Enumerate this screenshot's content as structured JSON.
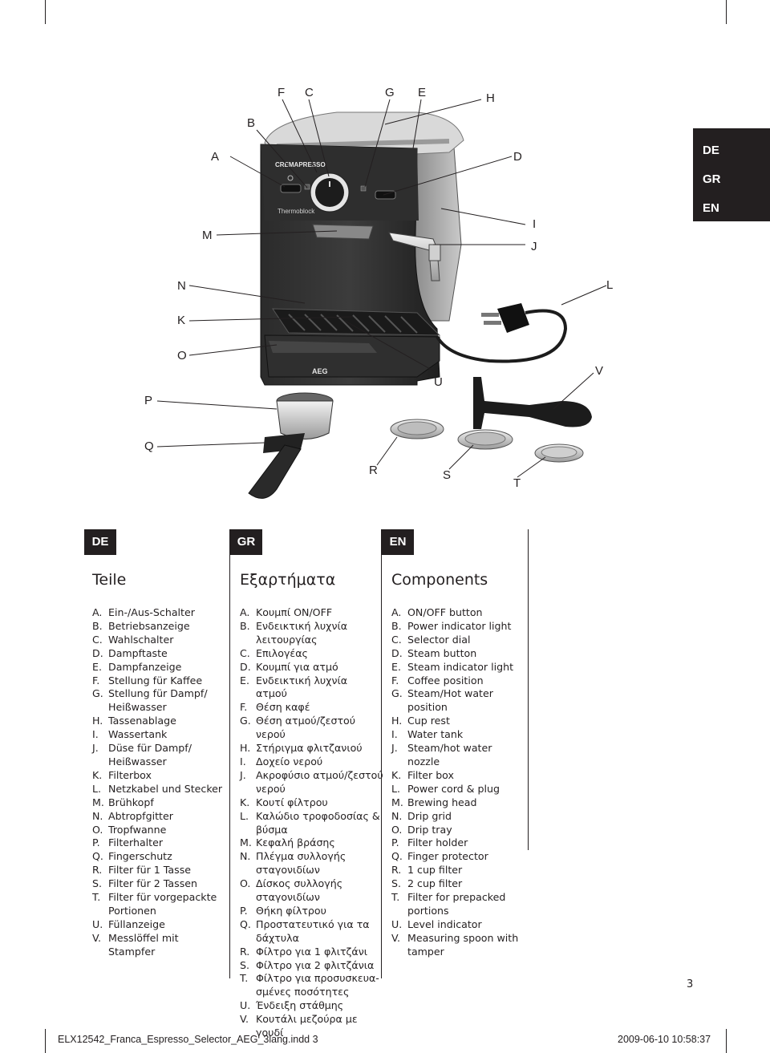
{
  "callouts": {
    "A": "A",
    "B": "B",
    "C": "C",
    "D": "D",
    "E": "E",
    "F": "F",
    "G": "G",
    "H": "H",
    "I": "I",
    "J": "J",
    "K": "K",
    "L": "L",
    "M": "M",
    "N": "N",
    "O": "O",
    "P": "P",
    "Q": "Q",
    "R": "R",
    "S": "S",
    "T": "T",
    "U": "U",
    "V": "V"
  },
  "machine": {
    "brand": "CREMAPRESSO",
    "thermoblock": "Thermoblock",
    "logo": "AEG"
  },
  "lang_tab": [
    "DE",
    "GR",
    "EN"
  ],
  "columns": {
    "de": {
      "badge": "DE",
      "title": "Teile",
      "items": [
        {
          "k": "A.",
          "t": "Ein-/Aus-Schalter"
        },
        {
          "k": "B.",
          "t": "Betriebsanzeige"
        },
        {
          "k": "C.",
          "t": "Wahlschalter"
        },
        {
          "k": "D.",
          "t": "Dampftaste"
        },
        {
          "k": "E.",
          "t": "Dampfanzeige"
        },
        {
          "k": "F.",
          "t": "Stellung für Kaffee"
        },
        {
          "k": "G.",
          "t": "Stellung für Dampf/ Heißwasser"
        },
        {
          "k": "H.",
          "t": "Tassenablage"
        },
        {
          "k": "I.",
          "t": "Wassertank"
        },
        {
          "k": "J.",
          "t": "Düse für Dampf/ Heißwasser"
        },
        {
          "k": "K.",
          "t": "Filterbox"
        },
        {
          "k": "L.",
          "t": "Netzkabel und Stecker"
        },
        {
          "k": "M.",
          "t": "Brühkopf"
        },
        {
          "k": "N.",
          "t": "Abtropfgitter"
        },
        {
          "k": "O.",
          "t": "Tropfwanne"
        },
        {
          "k": "P.",
          "t": "Filterhalter"
        },
        {
          "k": "Q.",
          "t": "Fingerschutz"
        },
        {
          "k": "R.",
          "t": "Filter für 1 Tasse"
        },
        {
          "k": "S.",
          "t": "Filter für 2 Tassen"
        },
        {
          "k": "T.",
          "t": "Filter für vorgepackte Portionen"
        },
        {
          "k": "U.",
          "t": "Füllanzeige"
        },
        {
          "k": "V.",
          "t": "Messlöffel mit Stampfer"
        }
      ]
    },
    "gr": {
      "badge": "GR",
      "title": "Εξαρτήματα",
      "items": [
        {
          "k": "A.",
          "t": "Κουμπί ON/OFF"
        },
        {
          "k": "B.",
          "t": "Ενδεικτική λυχνία λειτουργίας"
        },
        {
          "k": "C.",
          "t": "Επιλογέας"
        },
        {
          "k": "D.",
          "t": "Κουμπί για ατμό"
        },
        {
          "k": "E.",
          "t": "Ενδεικτική λυχνία ατμού"
        },
        {
          "k": "F.",
          "t": "Θέση καφέ"
        },
        {
          "k": "G.",
          "t": "Θέση ατμού/ζεστού νερού"
        },
        {
          "k": "H.",
          "t": "Στήριγμα φλιτζανιού"
        },
        {
          "k": "I.",
          "t": "Δοχείο νερού"
        },
        {
          "k": "J.",
          "t": "Ακροφύσιο ατμού/ζεστού νερού"
        },
        {
          "k": "K.",
          "t": "Κουτί φίλτρου"
        },
        {
          "k": "L.",
          "t": "Καλώδιο τροφοδοσίας & βύσμα"
        },
        {
          "k": "M.",
          "t": "Κεφαλή βράσης"
        },
        {
          "k": "N.",
          "t": "Πλέγμα συλλογής σταγονιδίων"
        },
        {
          "k": "O.",
          "t": "Δίσκος συλλογής σταγονιδίων"
        },
        {
          "k": "P.",
          "t": "Θήκη φίλτρου"
        },
        {
          "k": "Q.",
          "t": "Προστατευτικό για τα δάχτυλα"
        },
        {
          "k": "R.",
          "t": "Φίλτρο για 1 φλιτζάνι"
        },
        {
          "k": "S.",
          "t": "Φίλτρο για 2 φλιτζάνια"
        },
        {
          "k": "T.",
          "t": "Φίλτρο για προσυσκευα- σμένες ποσότητες"
        },
        {
          "k": "U.",
          "t": "Ένδειξη στάθμης"
        },
        {
          "k": "V.",
          "t": "Κουτάλι μεζούρα με γουδί"
        }
      ]
    },
    "en": {
      "badge": "EN",
      "title": "Components",
      "items": [
        {
          "k": "A.",
          "t": "ON/OFF button"
        },
        {
          "k": "B.",
          "t": "Power indicator light"
        },
        {
          "k": "C.",
          "t": "Selector dial"
        },
        {
          "k": "D.",
          "t": "Steam button"
        },
        {
          "k": "E.",
          "t": "Steam indicator light"
        },
        {
          "k": "F.",
          "t": "Coffee position"
        },
        {
          "k": "G.",
          "t": "Steam/Hot water position"
        },
        {
          "k": "H.",
          "t": "Cup rest"
        },
        {
          "k": "I.",
          "t": "Water tank"
        },
        {
          "k": "J.",
          "t": "Steam/hot water nozzle"
        },
        {
          "k": "K.",
          "t": "Filter box"
        },
        {
          "k": "L.",
          "t": "Power cord & plug"
        },
        {
          "k": "M.",
          "t": "Brewing head"
        },
        {
          "k": "N.",
          "t": "Drip grid"
        },
        {
          "k": "O.",
          "t": "Drip tray"
        },
        {
          "k": "P.",
          "t": "Filter holder"
        },
        {
          "k": "Q.",
          "t": "Finger protector"
        },
        {
          "k": "R.",
          "t": "1 cup filter"
        },
        {
          "k": "S.",
          "t": "2 cup filter"
        },
        {
          "k": "T.",
          "t": "Filter for prepacked portions"
        },
        {
          "k": "U.",
          "t": "Level indicator"
        },
        {
          "k": "V.",
          "t": "Measuring spoon with tamper"
        }
      ]
    }
  },
  "page_number": "3",
  "footer": {
    "file": "ELX12542_Franca_Espresso_Selector_AEG_3lang.indd   3",
    "date": "2009-06-10   10:58:37"
  }
}
